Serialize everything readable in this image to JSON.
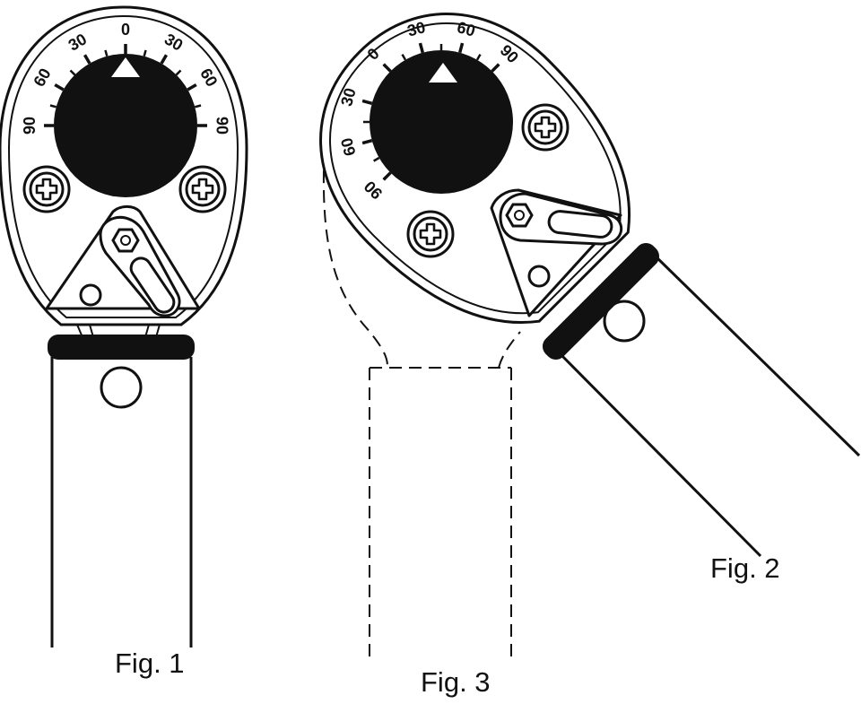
{
  "figures": [
    {
      "id": "fig1",
      "caption": "Fig. 1",
      "scale_labels": [
        "90",
        "60",
        "30",
        "0",
        "30",
        "60",
        "90"
      ]
    },
    {
      "id": "fig2",
      "caption": "Fig. 2",
      "scale_labels": [
        "0",
        "30",
        "60",
        "90",
        "30",
        "60",
        "90"
      ]
    },
    {
      "id": "fig3",
      "caption": "Fig. 3"
    }
  ],
  "colors": {
    "ink": "#111111",
    "background": "#ffffff"
  },
  "icons": [
    "phillips-screw-icon",
    "hex-pin-icon",
    "pointer-triangle-icon"
  ]
}
